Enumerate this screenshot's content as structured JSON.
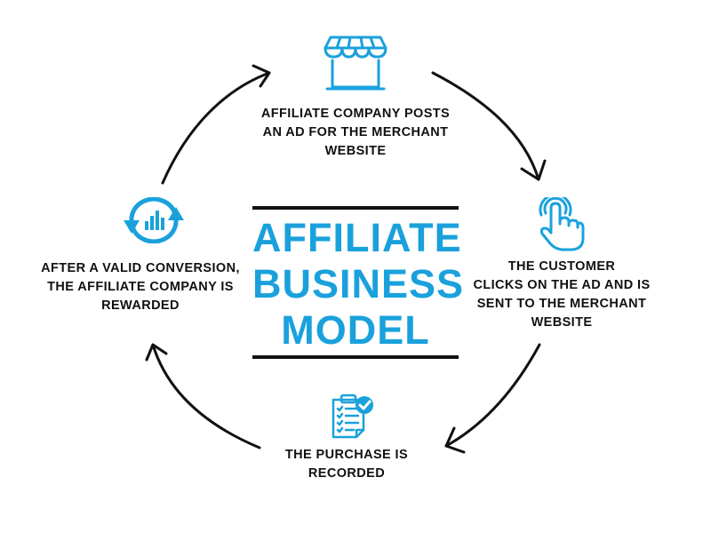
{
  "title": {
    "line1": "AFFILIATE",
    "line2": "BUSINESS",
    "line3": "MODEL"
  },
  "steps": [
    {
      "icon": "storefront-icon",
      "lines": [
        "AFFILIATE COMPANY POSTS",
        "AN AD FOR THE MERCHANT",
        "WEBSITE"
      ]
    },
    {
      "icon": "hand-pointer-icon",
      "lines": [
        "THE CUSTOMER",
        "CLICKS ON THE AD AND IS",
        "SENT TO THE MERCHANT",
        "WEBSITE"
      ]
    },
    {
      "icon": "clipboard-check-icon",
      "lines": [
        "THE PURCHASE IS",
        "RECORDED"
      ]
    },
    {
      "icon": "chart-refresh-icon",
      "lines": [
        "AFTER A VALID CONVERSION,",
        "THE AFFILIATE COMPANY IS",
        "REWARDED"
      ]
    }
  ],
  "colors": {
    "accent": "#1aa1dc",
    "text": "#111111",
    "arrow": "#111111"
  }
}
